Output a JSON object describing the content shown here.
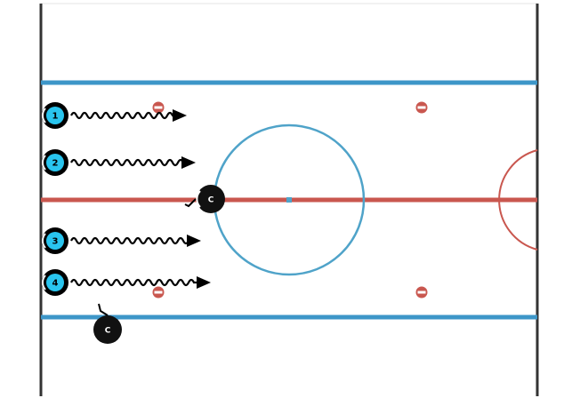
{
  "colors": {
    "boards": "#333333",
    "blue_line": "#3d96c8",
    "red_line": "#c9574f",
    "center_circle": "#4fa3c9",
    "faceoff_dot": "#c9574f",
    "player_fill": "#29c5ef",
    "coach_fill": "#111111"
  },
  "players": [
    {
      "label": "1",
      "icon": "player-skating-icon"
    },
    {
      "label": "2",
      "icon": "player-skating-icon"
    },
    {
      "label": "3",
      "icon": "player-skating-icon"
    },
    {
      "label": "4",
      "icon": "player-skating-icon"
    }
  ],
  "coaches": [
    {
      "label": "C",
      "icon": "coach-icon"
    },
    {
      "label": "C",
      "icon": "coach-icon"
    }
  ],
  "skate_path_style": "wavy-arrow"
}
